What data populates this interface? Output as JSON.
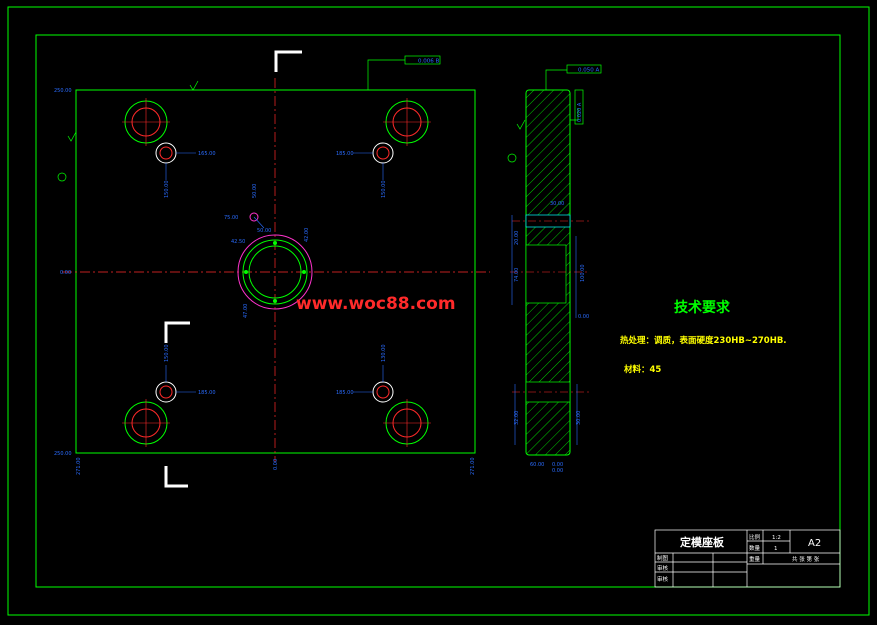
{
  "colors": {
    "background": "#000000",
    "frame": "#00ff00",
    "outline": "#00ff00",
    "centerline": "#ff2a2a",
    "dimension": "#2a6cff",
    "pink": "#ff33cc",
    "watermark": "#ff2a2a",
    "heading": "#00ff00",
    "note": "#ffff00",
    "title_text": "#ffffff",
    "cyan": "#00ffff"
  },
  "watermark": "www.woc88.com",
  "tech": {
    "heading": "技术要求",
    "line1": "热处理：调质，表面硬度230HB~270HB.",
    "line2": "材料：45"
  },
  "title_block": {
    "part_name": "定模座板",
    "scale_label": "比例",
    "scale_value": "1:2",
    "qty_label": "数量",
    "qty_value": "1",
    "sheet_size": "A2",
    "weight_label": "重量",
    "sheet_label": "共 张 第 张",
    "draw_label": "制图",
    "check_label": "审核",
    "review_label": "审核"
  },
  "gdt": {
    "front_top": "0.006 B",
    "side_top": "0.050 A",
    "side_vertical": "0.020 A"
  },
  "dims": {
    "top_left_y": "250.00",
    "bottom_left_y": "250.00",
    "center_y": "0.00",
    "x_left": "271.00",
    "x_center": "0.00",
    "x_right": "271.00",
    "hole_ul_x": "165.00",
    "hole_ul_y": "150.00",
    "hole_ur_x": "185.00",
    "hole_ur_y": "150.00",
    "hole_ll_x": "185.00",
    "hole_ll_y": "150.00",
    "hole_lr_x": "185.00",
    "hole_lr_y": "130.00",
    "c1": "75.00",
    "c2": "50.00",
    "c3": "42.50",
    "c4": "47.00",
    "c5": "42.00",
    "c6": "50.00",
    "side_a": "30.00",
    "side_b": "20.00",
    "side_c": "74.00",
    "side_d": "100.00",
    "side_e": "0.00",
    "side_f": "60.00",
    "side_g": "0.00",
    "side_h": "32.00",
    "side_i": "30.00",
    "side_j": "0.00"
  }
}
